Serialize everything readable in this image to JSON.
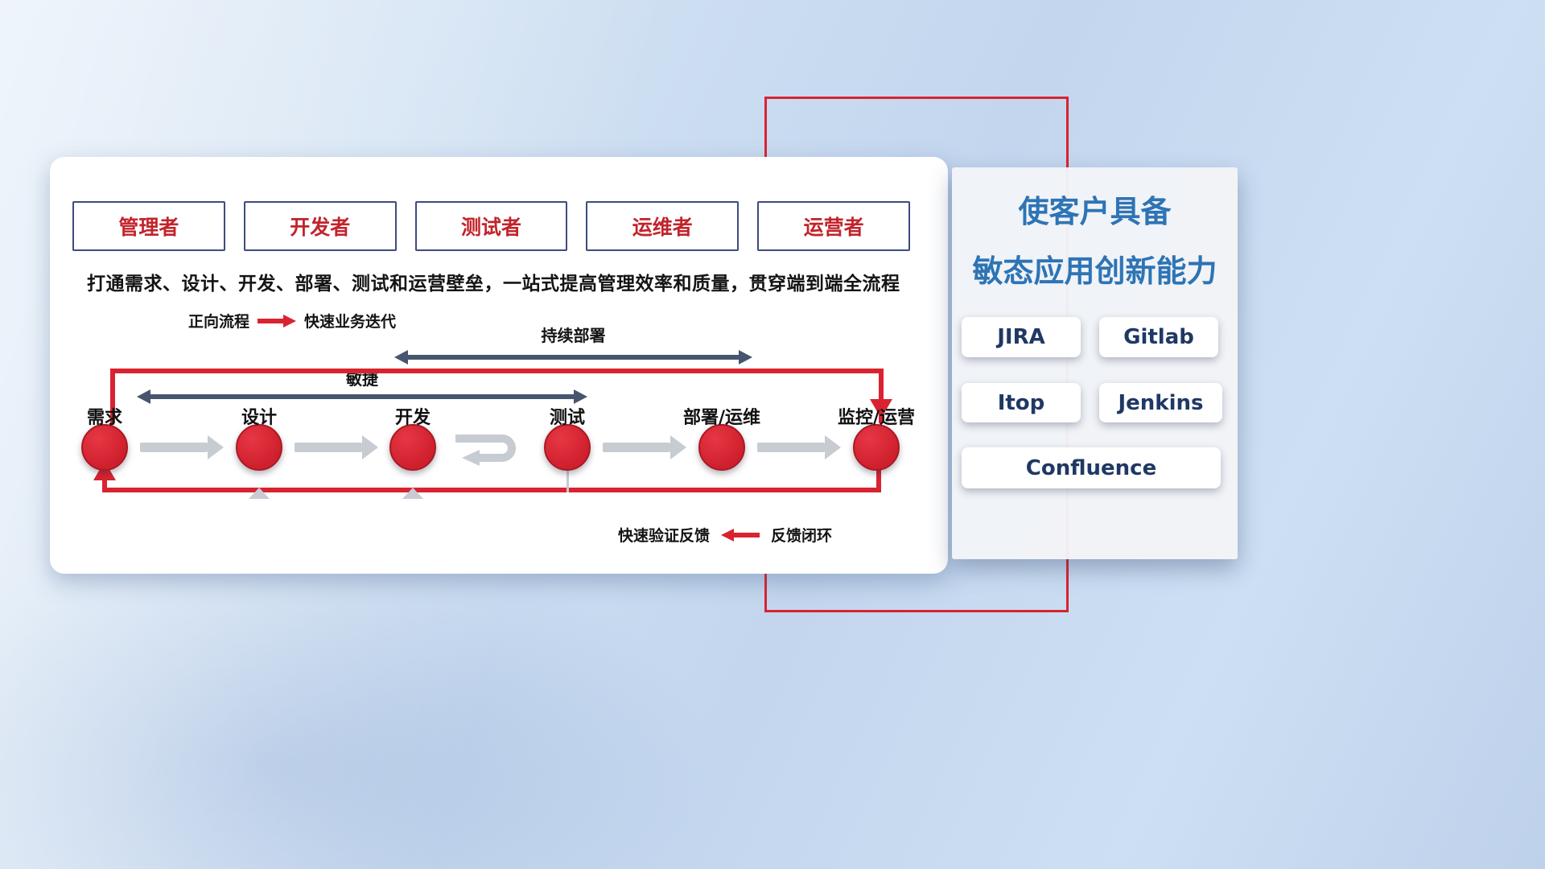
{
  "roles": {
    "items": [
      {
        "label": "管理者"
      },
      {
        "label": "开发者"
      },
      {
        "label": "测试者"
      },
      {
        "label": "运维者"
      },
      {
        "label": "运营者"
      }
    ]
  },
  "description": "打通需求、设计、开发、部署、测试和运营壁垒，一站式提高管理效率和质量，贯穿端到端全流程",
  "legends": {
    "forward_label": "正向流程",
    "forward_value": "快速业务迭代",
    "feedback_value": "快速验证反馈",
    "feedback_label": "反馈闭环"
  },
  "spans": {
    "agile": "敏捷",
    "continuous_deploy": "持续部署"
  },
  "stages": [
    "需求",
    "设计",
    "开发",
    "测试",
    "部署/运维",
    "监控/运营"
  ],
  "right_panel": {
    "title_line1": "使客户具备",
    "title_line2": "敏态应用创新能力",
    "tools": [
      "JIRA",
      "Gitlab",
      "Itop",
      "Jenkins",
      "Confluence"
    ]
  },
  "colors": {
    "accent_red": "#d92330",
    "role_text_red": "#c2232b",
    "title_blue": "#2e74b5",
    "tool_text_navy": "#1f3864",
    "span_arrow_slate": "#47566e",
    "flow_arrow_gray": "#c7cbd2"
  }
}
